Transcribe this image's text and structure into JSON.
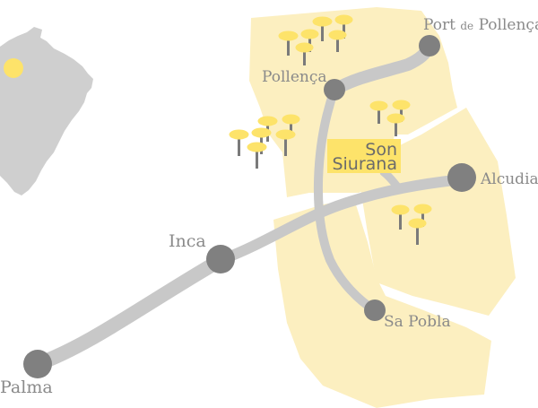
{
  "map": {
    "colors": {
      "land": "#cfcfcf",
      "area": "#fcefc0",
      "road": "#c8c8c8",
      "town": "#808080",
      "highlight": "#fde36a",
      "tree_top": "#fde36a",
      "tree_trunk": "#7a7a7a",
      "label": "#8a8a8a"
    },
    "towns": {
      "port_de_pollenca": {
        "name_a": "Port",
        "name_b": "de",
        "name_c": "Pollença"
      },
      "pollenca": {
        "name": "Pollença"
      },
      "alcudia": {
        "name": "Alcudia"
      },
      "inca": {
        "name": "Inca"
      },
      "sa_pobla": {
        "name": "Sa Pobla"
      },
      "palma": {
        "name": "Palma"
      }
    },
    "estate": {
      "line1": "Son",
      "line2": "Siurana"
    },
    "icons": [
      "island-locator-icon",
      "olive-tree-icon",
      "town-marker-icon"
    ]
  }
}
